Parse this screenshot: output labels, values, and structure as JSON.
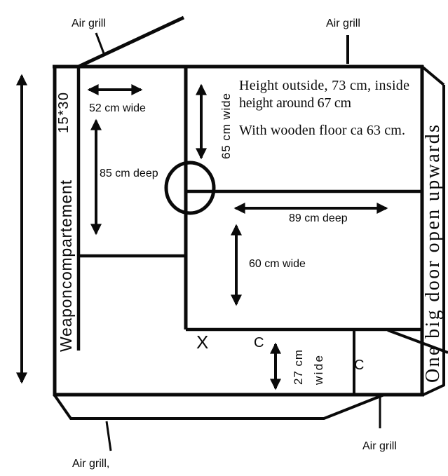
{
  "colors": {
    "ink": "#0a0a0a",
    "background": "#ffffff"
  },
  "figure": {
    "air_grills": {
      "top_left": "Air grill",
      "top_right": "Air grill",
      "bottom_left": "Air grill,",
      "bottom_right": "Air grill"
    },
    "vent_size": "15*30",
    "compartment": "Weaponcompartement",
    "door_note": "One big door open upwards",
    "height_notes": {
      "line1": "Height outside, 73 cm, inside",
      "line2": "height around 67 cm",
      "line3": "With wooden floor ca 63 cm."
    },
    "measurements": {
      "width_52": "52 cm wide",
      "depth_85": "85 cm deep",
      "width_65": "65 cm wide",
      "depth_89": "89 cm deep",
      "width_60": "60 cm wide",
      "width_27_line1": "27 cm",
      "width_27_line2": "wide"
    },
    "point_markers": {
      "x": "X",
      "c_left": "C",
      "c_right": "C"
    }
  }
}
